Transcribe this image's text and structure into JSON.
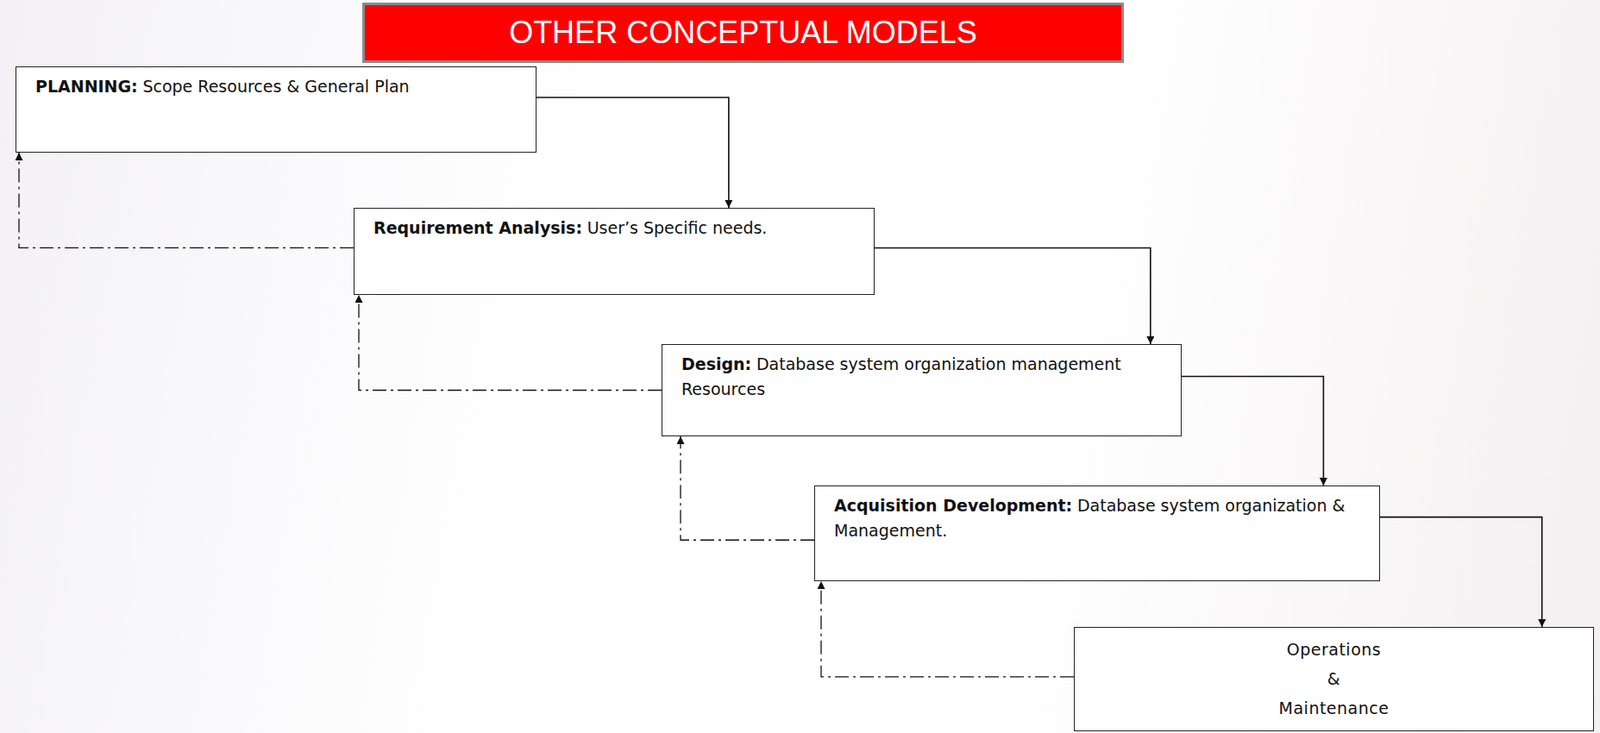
{
  "diagram": {
    "title": "OTHER CONCEPTUAL MODELS",
    "nodes": [
      {
        "text": [
          "PLANNING:",
          "Scope Resources & General Plan"
        ]
      },
      {
        "text": [
          "Requirement Analysis:",
          "User’s Specific needs."
        ]
      },
      {
        "text": [
          "Design:",
          "Database system organization management Resources"
        ]
      },
      {
        "text": [
          "Acquisition Development:",
          "Database system organization & Management."
        ]
      },
      {
        "text": [
          "Operations & Maintenance"
        ]
      }
    ],
    "edges": [
      {
        "from": 0,
        "to": 1,
        "arrow": "to"
      },
      {
        "from": 1,
        "to": 2,
        "arrow": "to"
      },
      {
        "from": 2,
        "to": 3,
        "arrow": "to"
      },
      {
        "from": 3,
        "to": 4,
        "arrow": "to"
      },
      {
        "from": 1,
        "to": 0,
        "arrow": "to"
      },
      {
        "from": 2,
        "to": 1,
        "arrow": "to"
      },
      {
        "from": 3,
        "to": 2,
        "arrow": "to"
      },
      {
        "from": 4,
        "to": 3,
        "arrow": "to"
      }
    ]
  }
}
